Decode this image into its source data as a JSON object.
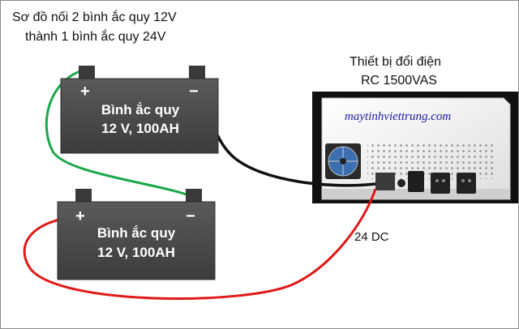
{
  "title": {
    "line1": "Sơ đồ nối 2 bình ắc quy 12V",
    "line2": "thành 1 bình ắc quy 24V"
  },
  "battery_top": {
    "plus": "+",
    "minus": "−",
    "label_line1": "Bình ắc quy",
    "label_line2": "12 V, 100AH"
  },
  "battery_bottom": {
    "plus": "+",
    "minus": "−",
    "label_line1": "Bình ắc quy",
    "label_line2": "12 V, 100AH"
  },
  "device": {
    "label_line1": "Thiết bị đổi điện",
    "label_line2": "RC 1500VAS",
    "watermark": "maytinhviettrung.com"
  },
  "dc_label": "24 DC",
  "colors": {
    "battery_body": "#4a4a4a",
    "wire_green": "#1aa84a",
    "wire_red": "#e01818",
    "wire_black": "#111111",
    "device_body": "#f2f2f2",
    "watermark": "#1a1aa8"
  }
}
